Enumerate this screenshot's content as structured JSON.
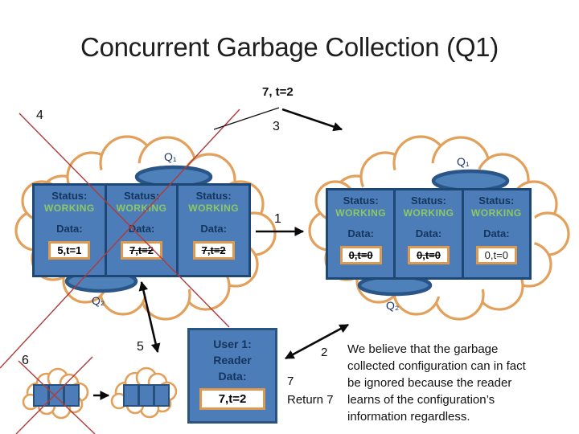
{
  "title": "Concurrent Garbage Collection (Q1)",
  "annotations": {
    "top_value": "7, t=2",
    "step_4": "4",
    "step_3": "3",
    "step_1": "1",
    "step_5": "5",
    "step_6": "6",
    "step_2": "2",
    "step_7": "7",
    "return_label": "Return 7"
  },
  "cloud_left": {
    "queue_top": "Q₁",
    "queue_bottom": "Q₂",
    "nodes": [
      {
        "status_label": "Status:",
        "status_value": "WORKING",
        "data_label": "Data:",
        "value": "5,t=1",
        "struck": false,
        "bold": true
      },
      {
        "status_label": "Status:",
        "status_value": "WORKING",
        "data_label": "Data:",
        "value": "7,t=2",
        "struck": true,
        "bold": true
      },
      {
        "status_label": "Status:",
        "status_value": "WORKING",
        "data_label": "Data:",
        "value": "7,t=2",
        "struck": true,
        "bold": true
      }
    ]
  },
  "cloud_right": {
    "queue_top": "Q₁",
    "queue_bottom": "Q₂",
    "nodes": [
      {
        "status_label": "Status:",
        "status_value": "WORKING",
        "data_label": "Data:",
        "value": "0,t=0",
        "struck": true,
        "bold": true
      },
      {
        "status_label": "Status:",
        "status_value": "WORKING",
        "data_label": "Data:",
        "value": "0,t=0",
        "struck": true,
        "bold": true
      },
      {
        "status_label": "Status:",
        "status_value": "WORKING",
        "data_label": "Data:",
        "value": "0,t=0",
        "struck": false,
        "bold": false
      }
    ]
  },
  "user_box": {
    "title": "User 1:",
    "role": "Reader",
    "data_label": "Data:",
    "value": "7,t=2"
  },
  "note_lines": [
    "We believe that the garbage",
    "collected configuration can in fact",
    "be ignored because the reader",
    "learns of the configuration’s",
    "information regardless."
  ],
  "colors": {
    "cloud_outline": "#e2a05a",
    "node_fill": "#4d7db8",
    "node_border": "#1d4775",
    "status_text": "#14355e",
    "working_text": "#8cc863",
    "value_box_border": "#dd9a4e",
    "red_cross": "#b03a3a",
    "queue_ring": "#2a5587"
  }
}
